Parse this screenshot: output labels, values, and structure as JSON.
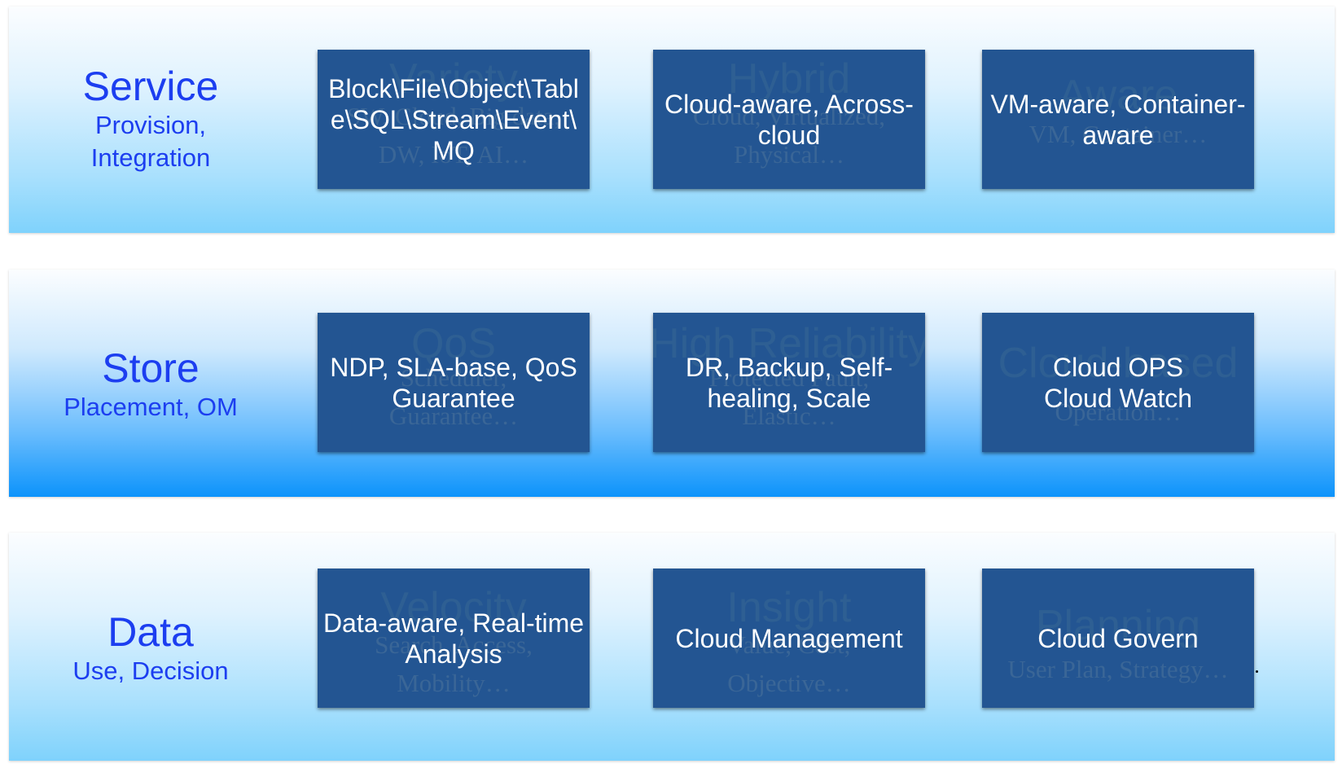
{
  "layers": [
    {
      "name": "Service",
      "subtitle": "Provision,\nIntegration",
      "boxes": [
        {
          "front": "Block\\File\\Object\\Tabl\ne\\SQL\\Stream\\Event\\\nMQ",
          "ghost_title": "Variety",
          "ghost_sub": "SW, Cloud, Big data,\nDW, IoT, AI…"
        },
        {
          "front": "Cloud-aware, Across-\ncloud",
          "ghost_title": "Hybrid",
          "ghost_sub": "Cloud, Virtualized,\nPhysical…"
        },
        {
          "front": "VM-aware, Container-\naware",
          "ghost_title": "Aware",
          "ghost_sub": "VM, Container…"
        }
      ]
    },
    {
      "name": "Store",
      "subtitle": "Placement, OM",
      "boxes": [
        {
          "front": "NDP,  SLA-base,  QoS\nGuarantee",
          "ghost_title": "QoS",
          "ghost_sub": "Scheduler,\nGuarantee…"
        },
        {
          "front": "DR, Backup, Self-\nhealing,  Scale",
          "ghost_title": "High Reliability",
          "ghost_sub": "Protected Fault,\nElastic…"
        },
        {
          "front": "Cloud OPS\nCloud Watch",
          "ghost_title": "Cloud-based",
          "ghost_sub": "Operation…"
        }
      ]
    },
    {
      "name": "Data",
      "subtitle": "Use,  Decision",
      "boxes": [
        {
          "front": "Data-aware, Real-time\nAnalysis",
          "ghost_title": "Velocity",
          "ghost_sub": "Search, Access,\nMobility…"
        },
        {
          "front": "Cloud Management",
          "ghost_title": "Insight",
          "ghost_sub": "Value, Cost,\nObjective…"
        },
        {
          "front": "Cloud Govern",
          "ghost_title": "Planning",
          "ghost_sub": "User Plan, Strategy…"
        }
      ]
    }
  ]
}
